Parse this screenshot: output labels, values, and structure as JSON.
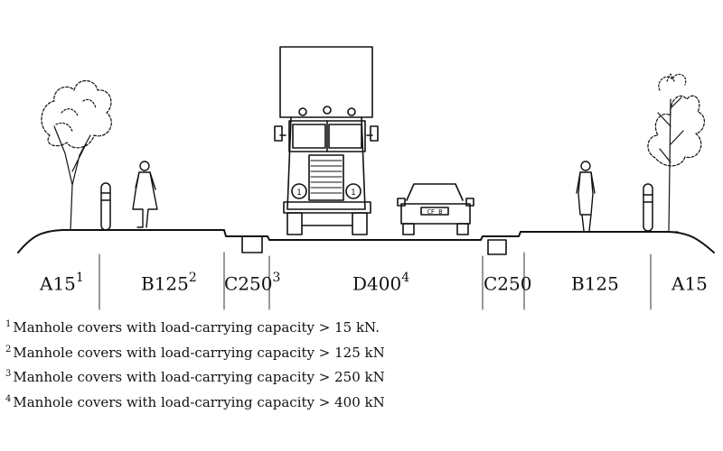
{
  "zones": [
    {
      "label": "A15",
      "sup": "1"
    },
    {
      "label": "B125",
      "sup": "2"
    },
    {
      "label": "C250",
      "sup": "3"
    },
    {
      "label": "D400",
      "sup": "4"
    },
    {
      "label": "C250",
      "sup": ""
    },
    {
      "label": "B125",
      "sup": ""
    },
    {
      "label": "A15",
      "sup": ""
    }
  ],
  "truck": {
    "plate_left": "1",
    "plate_right": "1"
  },
  "car": {
    "plate": "CF B"
  },
  "footnotes": [
    {
      "mark": "1",
      "text": "Manhole covers with load-carrying capacity > 15 kN."
    },
    {
      "mark": "2",
      "text": "Manhole covers with load-carrying capacity > 125 kN"
    },
    {
      "mark": "3",
      "text": "Manhole covers with load-carrying capacity > 250 kN"
    },
    {
      "mark": "4",
      "text": "Manhole covers with load-carrying capacity > 400 kN"
    }
  ]
}
